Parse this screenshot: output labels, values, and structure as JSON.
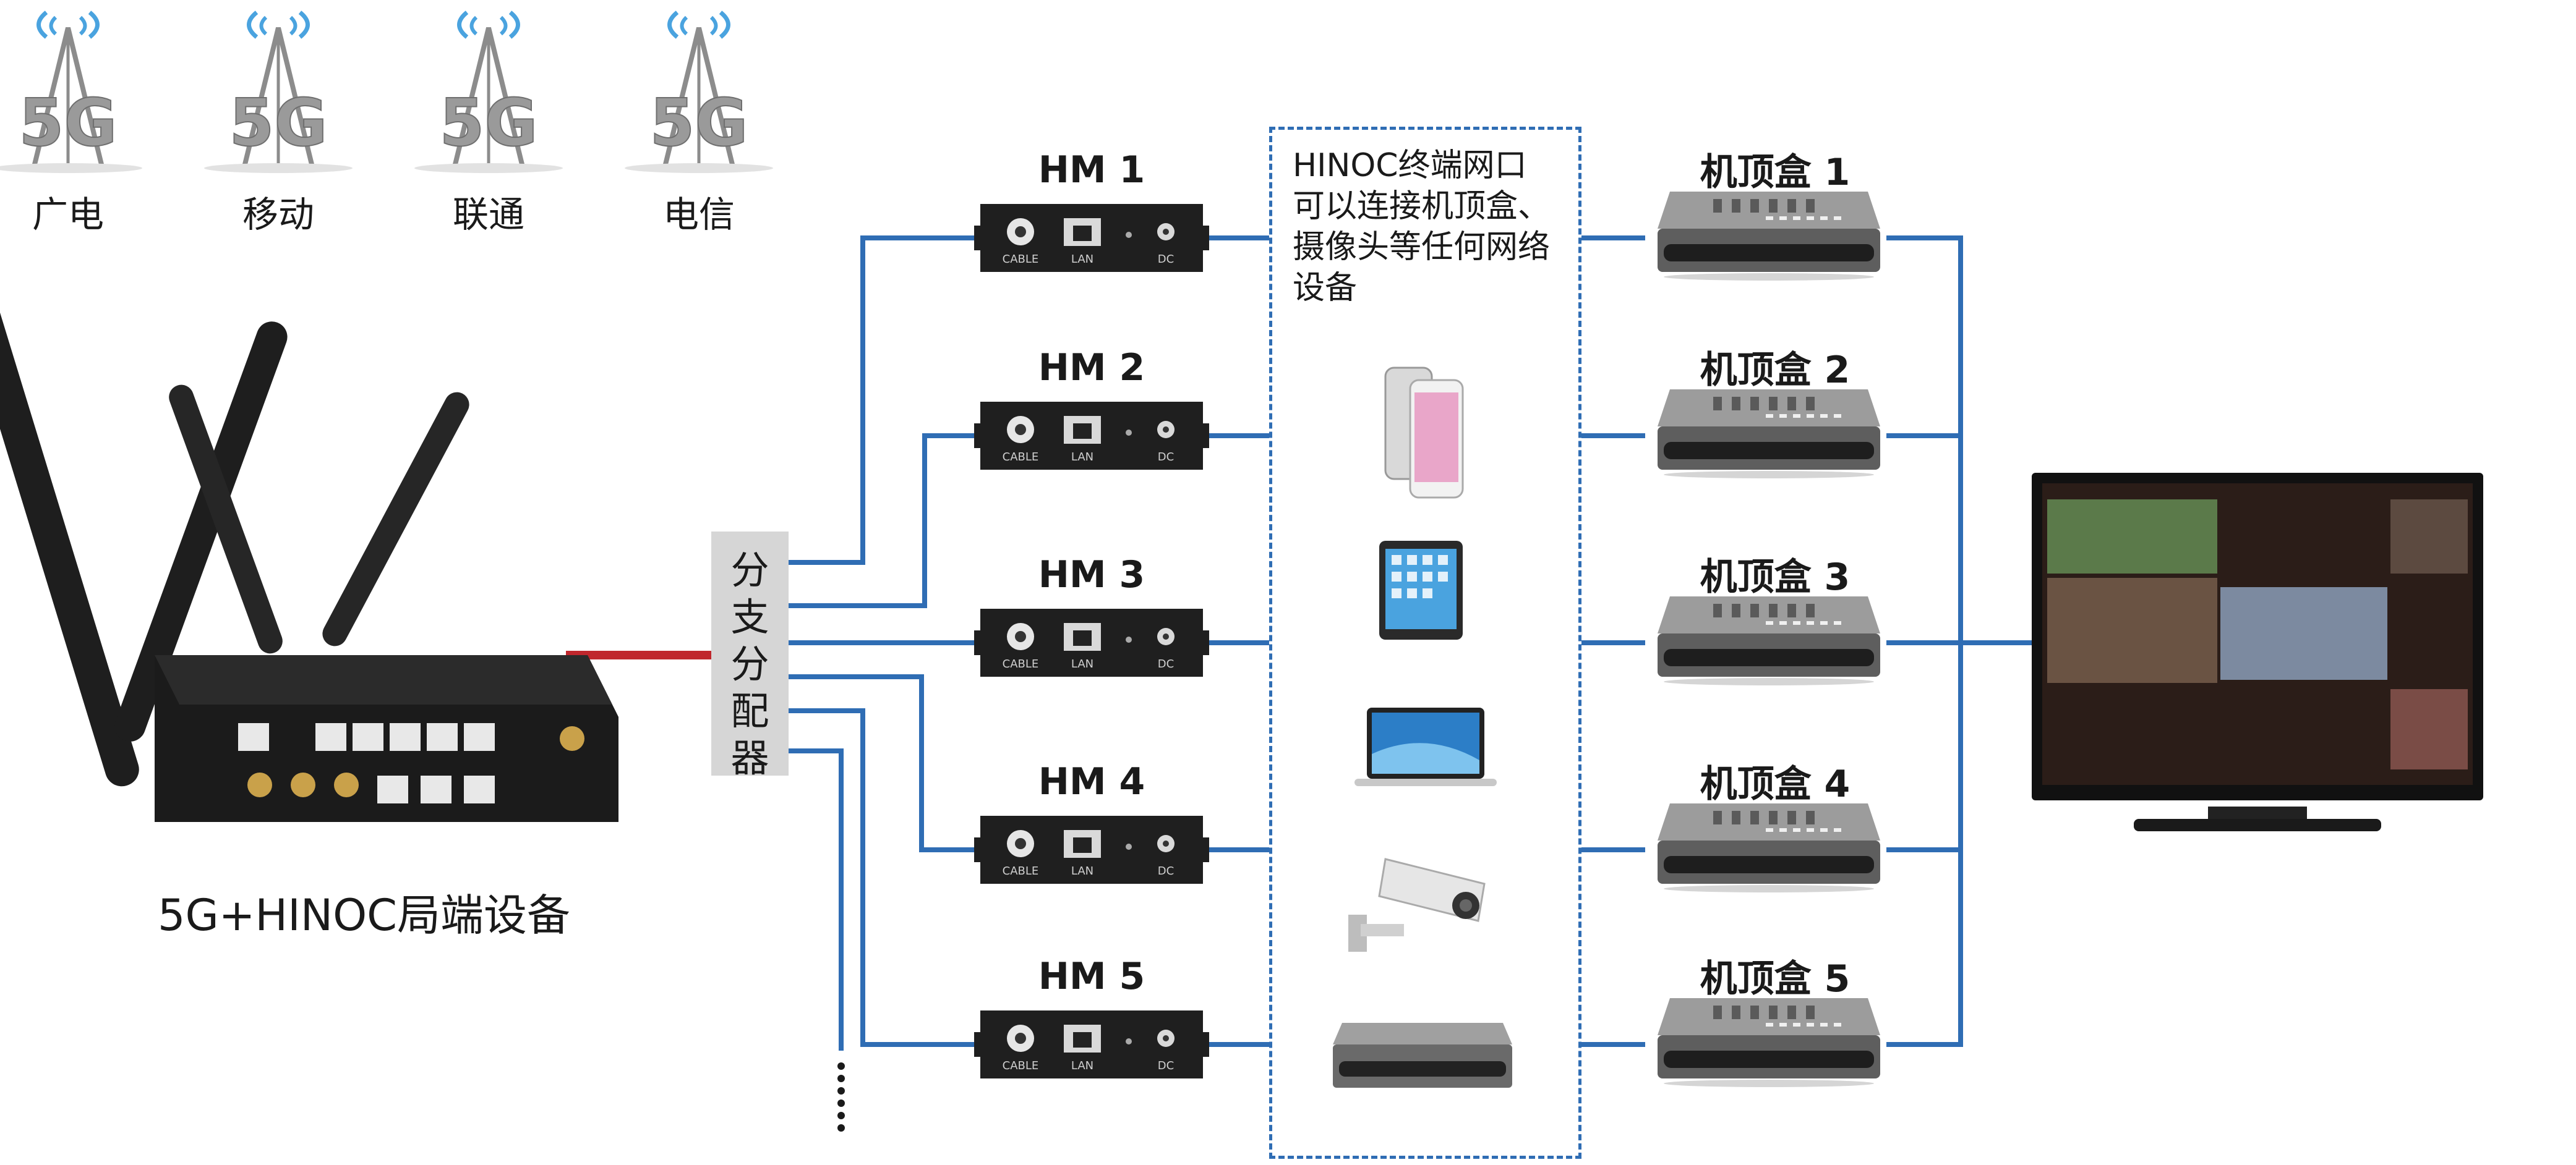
{
  "carriers": [
    {
      "name": "广电",
      "tower_badge": "5G"
    },
    {
      "name": "移动",
      "tower_badge": "5G"
    },
    {
      "name": "联通",
      "tower_badge": "5G"
    },
    {
      "name": "电信",
      "tower_badge": "5G"
    }
  ],
  "head_end": {
    "title": "5G+HINOC局端设备"
  },
  "splitter": {
    "chars": [
      "分",
      "支",
      "分",
      "配",
      "器"
    ]
  },
  "hm_units": [
    {
      "label": "HM 1"
    },
    {
      "label": "HM 2"
    },
    {
      "label": "HM 3"
    },
    {
      "label": "HM 4"
    },
    {
      "label": "HM 5"
    }
  ],
  "hm_port_labels": {
    "cable": "CABLE",
    "lan": "LAN",
    "dc": "DC"
  },
  "terminal_note": [
    "HINOC终端网口",
    "可以连接机顶盒、",
    "摄像头等任何网络",
    "设备"
  ],
  "devices": [
    "smartphone-icon",
    "tablet-icon",
    "laptop-icon",
    "security-camera-icon",
    "set-top-box-icon"
  ],
  "set_top_boxes": [
    {
      "label": "机顶盒 1"
    },
    {
      "label": "机顶盒 2"
    },
    {
      "label": "机顶盒 3"
    },
    {
      "label": "机顶盒 4"
    },
    {
      "label": "机顶盒 5"
    }
  ],
  "tv_icon": "television-icon",
  "colors": {
    "link": "#2f6db4",
    "trunk": "#c0272d",
    "device_dark": "#2a2a2a",
    "stb_silver": "#8a8a8a"
  }
}
